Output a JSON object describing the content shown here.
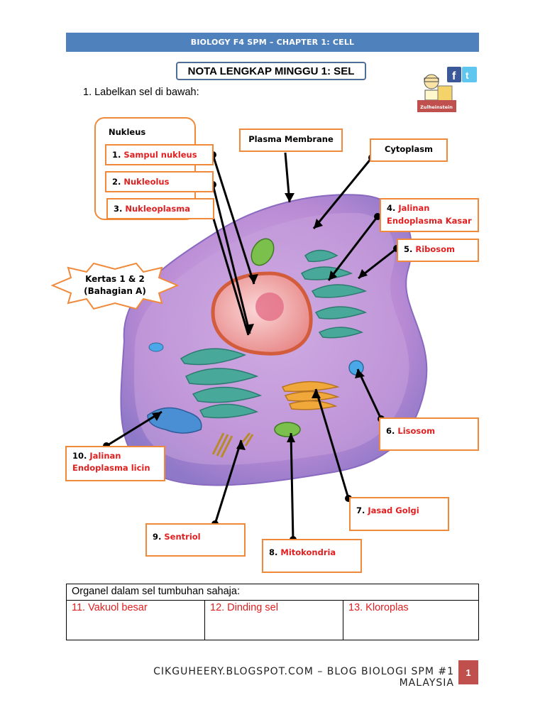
{
  "header": {
    "title": "BIOLOGY F4 SPM – CHAPTER 1: CELL"
  },
  "page_title": "NOTA LENGKAP MINGGU 1: SEL",
  "instruction": "1.   Labelkan sel di bawah:",
  "sticker_label": "Zulheinstein",
  "social_icons": [
    "facebook-icon",
    "twitter-icon"
  ],
  "callout": {
    "line1": "Kertas 1 & 2",
    "line2": "(Bahagian A)"
  },
  "nucleus_group": {
    "title": "Nukleus",
    "items": [
      {
        "num": "1. ",
        "label": "Sampul nukleus"
      },
      {
        "num": "2. ",
        "label": "Nukleolus"
      },
      {
        "num": "3. ",
        "label": "Nukleoplasma"
      }
    ]
  },
  "labels": {
    "plasma_membrane": "Plasma Membrane",
    "cytoplasm": "Cytoplasm",
    "er_rough": {
      "num": "4. ",
      "line1": "Jalinan",
      "line2": "Endoplasma Kasar"
    },
    "ribosome": {
      "num": "5. ",
      "label": "Ribosom"
    },
    "lysosome": {
      "num": "6. ",
      "label": "Lisosom"
    },
    "golgi": {
      "num": "7. ",
      "label": "Jasad Golgi"
    },
    "mitochondria": {
      "num": "8. ",
      "label": "Mitokondria"
    },
    "centriole": {
      "num": "9. ",
      "label": "Sentriol"
    },
    "er_smooth": {
      "num": "10. ",
      "line1": "Jalinan",
      "line2": "Endoplasma licin"
    }
  },
  "plant_table": {
    "header": "Organel dalam sel tumbuhan sahaja:",
    "cells": [
      "11. Vakuol besar",
      "12. Dinding sel",
      "13. Kloroplas"
    ]
  },
  "footer": {
    "text": "CIKGUHEERY.BLOGSPOT.COM – BLOG BIOLOGI SPM #1 MALAYSIA",
    "page": "1"
  },
  "colors": {
    "header_bar": "#4f81bd",
    "box_border": "#f08a3a",
    "label_red": "#e02020",
    "page_badge": "#c0504d"
  }
}
